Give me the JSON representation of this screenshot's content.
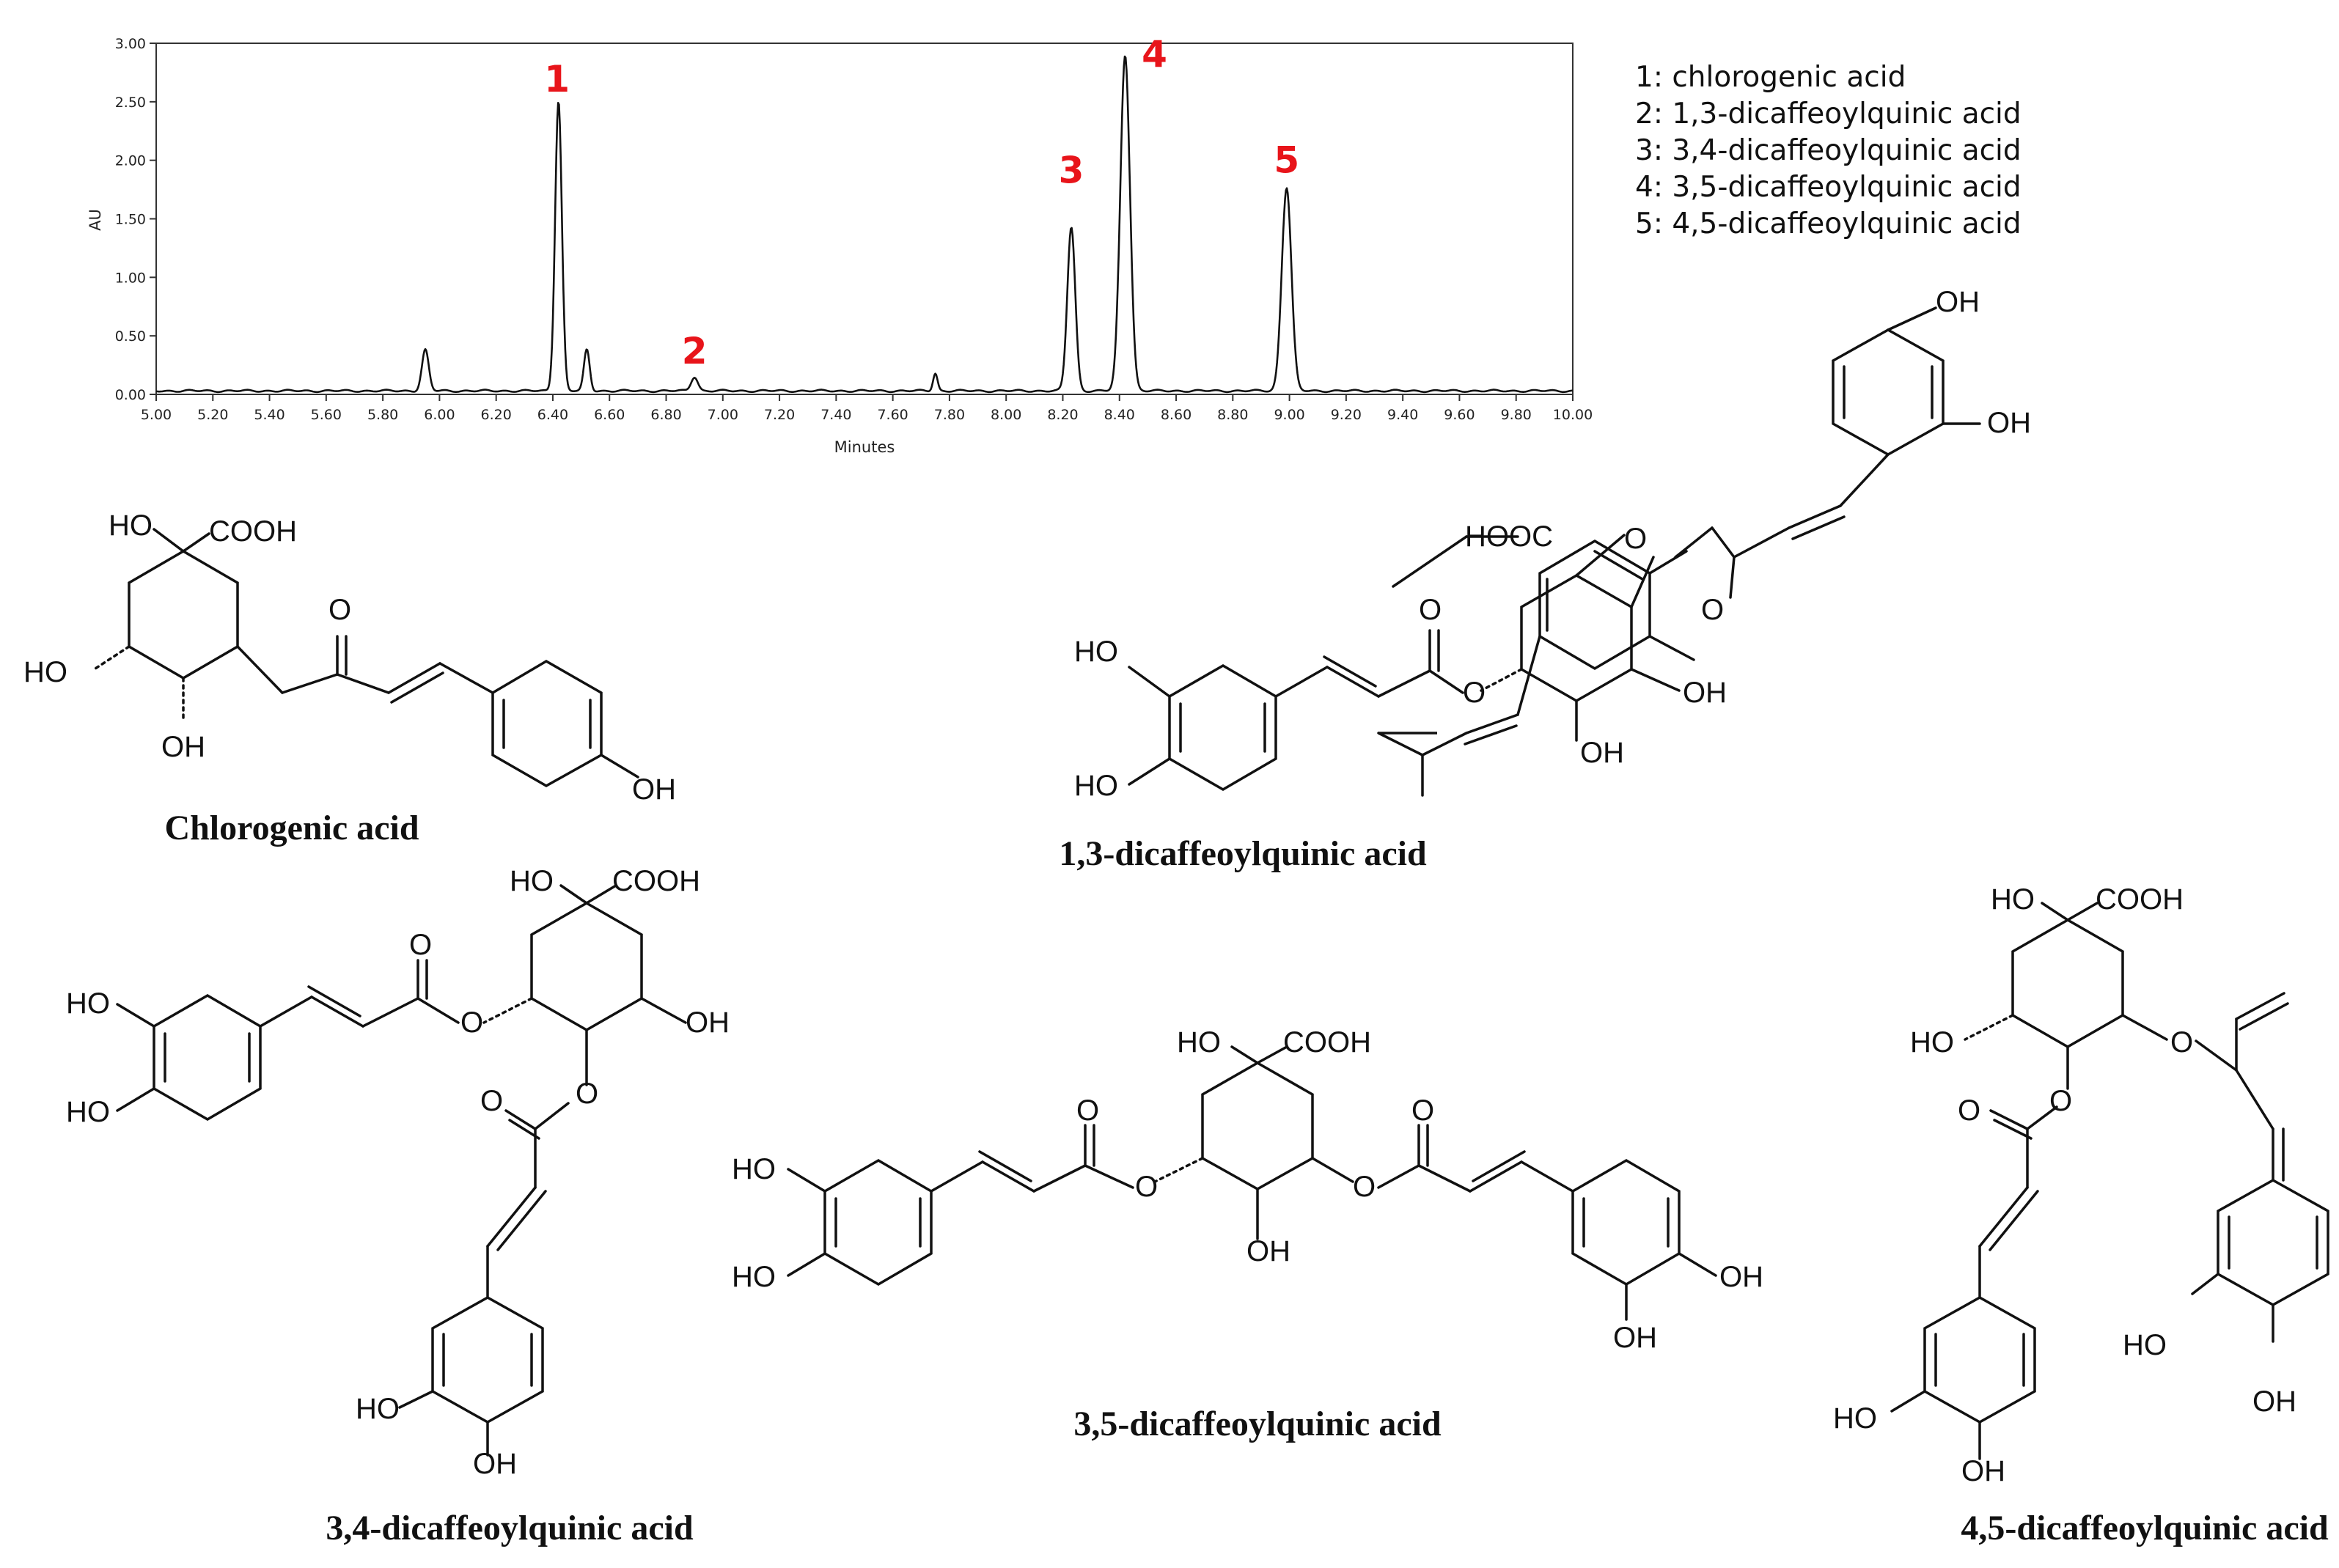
{
  "chart_data": {
    "type": "line",
    "xlabel": "Minutes",
    "ylabel": "AU",
    "xlim": [
      5.0,
      10.0
    ],
    "ylim": [
      0.0,
      3.0
    ],
    "x_ticks": [
      "5.00",
      "5.20",
      "5.40",
      "5.60",
      "5.80",
      "6.00",
      "6.20",
      "6.40",
      "6.60",
      "6.80",
      "7.00",
      "7.20",
      "7.40",
      "7.60",
      "7.80",
      "8.00",
      "8.20",
      "8.40",
      "8.60",
      "8.80",
      "9.00",
      "9.20",
      "9.40",
      "9.60",
      "9.80",
      "10.00"
    ],
    "y_ticks": [
      "0.00",
      "0.50",
      "1.00",
      "1.50",
      "2.00",
      "2.50",
      "3.00"
    ],
    "baseline": 0.03,
    "peaks": [
      {
        "x": 5.95,
        "height": 0.35,
        "width": 0.012
      },
      {
        "x": 6.42,
        "height": 2.48,
        "width": 0.012,
        "label": "1"
      },
      {
        "x": 6.52,
        "height": 0.35,
        "width": 0.01
      },
      {
        "x": 6.9,
        "height": 0.12,
        "width": 0.012,
        "label": "2"
      },
      {
        "x": 7.75,
        "height": 0.15,
        "width": 0.008
      },
      {
        "x": 8.23,
        "height": 1.4,
        "width": 0.014,
        "label": "3"
      },
      {
        "x": 8.42,
        "height": 2.87,
        "width": 0.017,
        "label": "4"
      },
      {
        "x": 8.99,
        "height": 1.74,
        "width": 0.017,
        "label": "5"
      }
    ],
    "peak_labels": [
      "1",
      "2",
      "3",
      "4",
      "5"
    ],
    "legend": [
      "1: chlorogenic acid",
      "2: 1,3-dicaffeoylquinic  acid",
      "3: 3,4-dicaffeoylquinic  acid",
      "4: 3,5-dicaffeoylquinic  acid",
      "5: 4,5-dicaffeoylquinic  acid"
    ],
    "legend_position": "top-right",
    "grid": false,
    "colors": {
      "trace": "#111111",
      "peak_labels": "#e8141a"
    }
  },
  "structures": [
    {
      "caption": "Chlorogenic acid",
      "atoms": [
        "HO",
        "COOH",
        "O",
        "HO",
        "OH",
        "OH"
      ]
    },
    {
      "caption": "1,3-dicaffeoylquinic acid",
      "atoms": [
        "OH",
        "OH",
        "HOOC",
        "O",
        "O",
        "O",
        "HO",
        "O",
        "HO",
        "OH",
        "OH"
      ]
    },
    {
      "caption": "3,4-dicaffeoylquinic acid",
      "atoms": [
        "HO",
        "COOH",
        "O",
        "HO",
        "O",
        "OH",
        "HO",
        "O",
        "O",
        "HO",
        "OH"
      ]
    },
    {
      "caption": "3,5-dicaffeoylquinic acid",
      "atoms": [
        "HO",
        "COOH",
        "O",
        "O",
        "HO",
        "O",
        "O",
        "HO",
        "OH",
        "OH",
        "OH"
      ]
    },
    {
      "caption": "4,5-dicaffeoylquinic acid",
      "atoms": [
        "HO",
        "COOH",
        "HO",
        "O",
        "O",
        "O",
        "HO",
        "OH",
        "HO",
        "OH"
      ]
    }
  ]
}
